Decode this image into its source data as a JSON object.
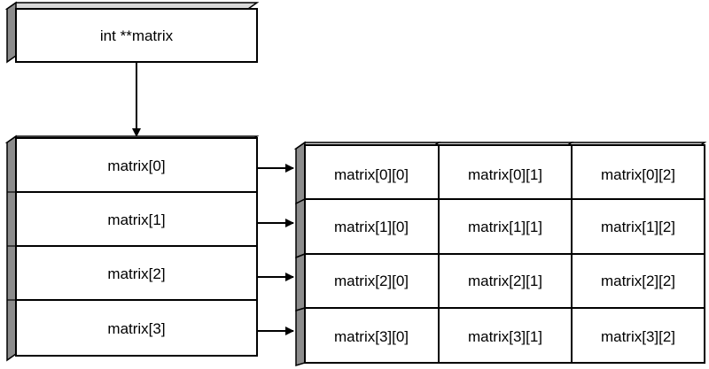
{
  "pointer": {
    "label": "int **matrix"
  },
  "row_pointers": [
    "matrix[0]",
    "matrix[1]",
    "matrix[2]",
    "matrix[3]"
  ],
  "elements": [
    [
      "matrix[0][0]",
      "matrix[0][1]",
      "matrix[0][2]"
    ],
    [
      "matrix[1][0]",
      "matrix[1][1]",
      "matrix[1][2]"
    ],
    [
      "matrix[2][0]",
      "matrix[2][1]",
      "matrix[2][2]"
    ],
    [
      "matrix[3][0]",
      "matrix[3][1]",
      "matrix[3][2]"
    ]
  ]
}
